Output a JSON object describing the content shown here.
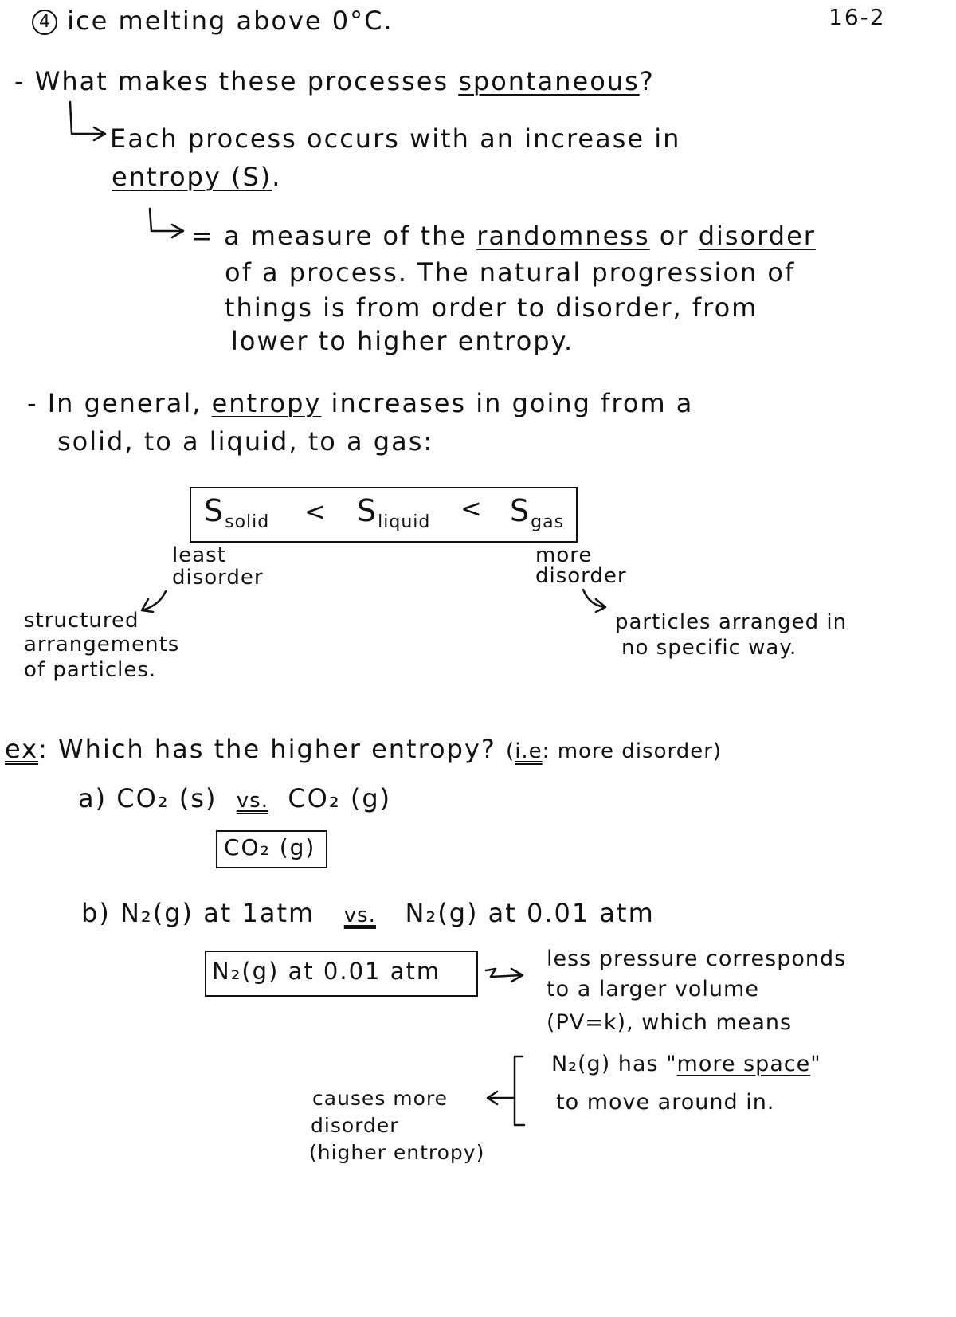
{
  "header": {
    "item_number": "4",
    "item_text": "ice melting above 0°C.",
    "page_number": "16-2"
  },
  "q1": {
    "dash": "-",
    "pre": "What makes these processes",
    "term": "spontaneous",
    "qmark": "?"
  },
  "ans1": {
    "line1": "Each process occurs with an increase in",
    "term": "entropy (S)",
    "end": "."
  },
  "def": {
    "pre": "= a measure of the",
    "w1": "randomness",
    "mid": "or",
    "w2": "disorder",
    "line2": "of a process. The natural progression of",
    "line3": "things is from order to disorder, from",
    "line4": "lower to higher entropy."
  },
  "general": {
    "dash": "-",
    "pre": "In general,",
    "term": "entropy",
    "post": "increases in going from a",
    "line2": "solid, to a liquid, to a gas:"
  },
  "inequality": {
    "s": "S",
    "solid": "solid",
    "liquid": "liquid",
    "gas": "gas",
    "lt": "<"
  },
  "notes": {
    "least1": "least",
    "least2": "disorder",
    "more1": "more",
    "more2": "disorder",
    "struct1": "structured",
    "struct2": "arrangements",
    "struct3": "of particles.",
    "part1": "particles arranged in",
    "part2": "no specific way."
  },
  "example": {
    "label": "ex",
    "colon": ":",
    "question": "Which has the higher entropy?",
    "paren_open": "(",
    "ie": "i.e",
    "paren_rest": ": more disorder)"
  },
  "part_a": {
    "prefix": "a) CO₂ (s)",
    "vs": "vs.",
    "suffix": "CO₂ (g)",
    "answer": "CO₂ (g)"
  },
  "part_b": {
    "prefix": "b) N₂(g) at 1atm",
    "vs": "vs.",
    "suffix": "N₂(g) at 0.01 atm",
    "answer": "N₂(g) at 0.01 atm",
    "r1": "less pressure corresponds",
    "r2": "to a larger volume",
    "r3": "(PV=k), which means",
    "r4pre": "N₂(g) has \"",
    "r4term": "more space",
    "r4post": "\"",
    "r5": "to move around in.",
    "c1": "causes more",
    "c2": "disorder",
    "c3": "(higher entropy)"
  }
}
